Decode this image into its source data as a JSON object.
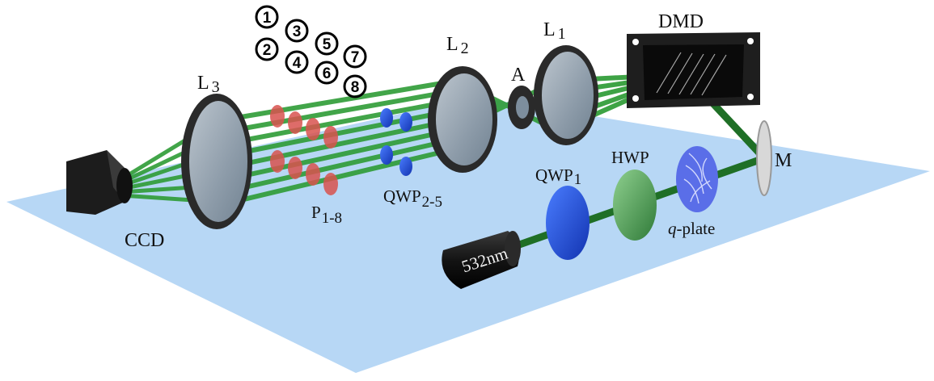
{
  "labels": {
    "dmd": "DMD",
    "l1_main": "L",
    "l1_sub": "1",
    "l2_main": "L",
    "l2_sub": "2",
    "l3_main": "L",
    "l3_sub": "3",
    "aperture": "A",
    "mirror": "M",
    "hwp": "HWP",
    "qwp1_main": "QWP",
    "qwp1_sub": "1",
    "qwp25_main": "QWP",
    "qwp25_sub": "2-5",
    "qplate_italic": "q",
    "qplate_rest": "-plate",
    "p18_main": "P",
    "p18_sub": "1-8",
    "ccd": "CCD",
    "laser": "532nm"
  },
  "channel_numbers": [
    "1",
    "2",
    "3",
    "4",
    "5",
    "6",
    "7",
    "8"
  ],
  "colors": {
    "table": "#b7d7f5",
    "beam": "#2e9c36",
    "beam_dark": "#1f6f26",
    "lens_rim": "#2a2a2a",
    "lens_glass": "#aab9c7",
    "polarizer": "#d9534f",
    "qwp": "#2255dd",
    "hwp": "#3f9a4a",
    "qplate": "#5a6ee8",
    "camera": "#1c1c1c",
    "laser_body": "#151515"
  }
}
